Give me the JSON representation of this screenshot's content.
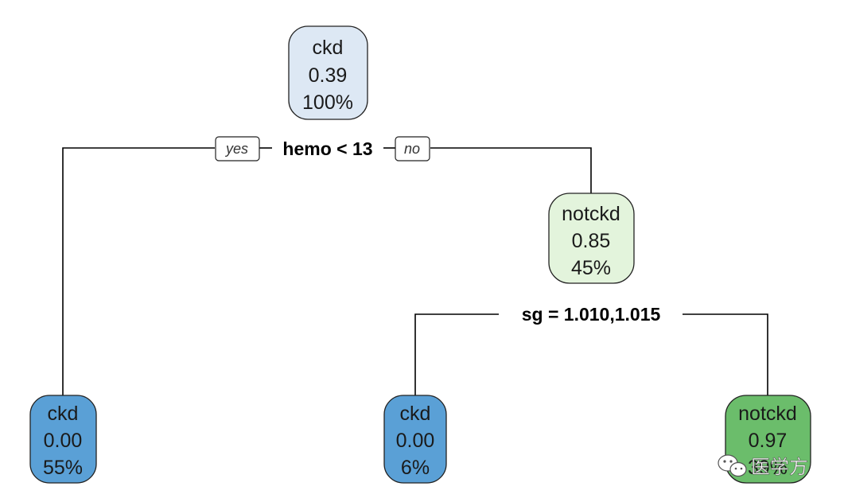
{
  "tree": {
    "root": {
      "class": "ckd",
      "prob": "0.39",
      "pct": "100%",
      "color": "#dde8f4"
    },
    "split1": {
      "label": "hemo < 13",
      "yes": "yes",
      "no": "no"
    },
    "node_right": {
      "class": "notckd",
      "prob": "0.85",
      "pct": "45%",
      "color": "#e3f4dc"
    },
    "split2": {
      "label": "sg = 1.010,1.015"
    },
    "leaf_left": {
      "class": "ckd",
      "prob": "0.00",
      "pct": "55%",
      "color": "#5aa0d6"
    },
    "leaf_mid": {
      "class": "ckd",
      "prob": "0.00",
      "pct": "6%",
      "color": "#5aa0d6"
    },
    "leaf_right": {
      "class": "notckd",
      "prob": "0.97",
      "pct": "39%",
      "color": "#6bbd6b"
    }
  },
  "watermark": {
    "text": "医学方",
    "icon": "wechat-icon"
  }
}
